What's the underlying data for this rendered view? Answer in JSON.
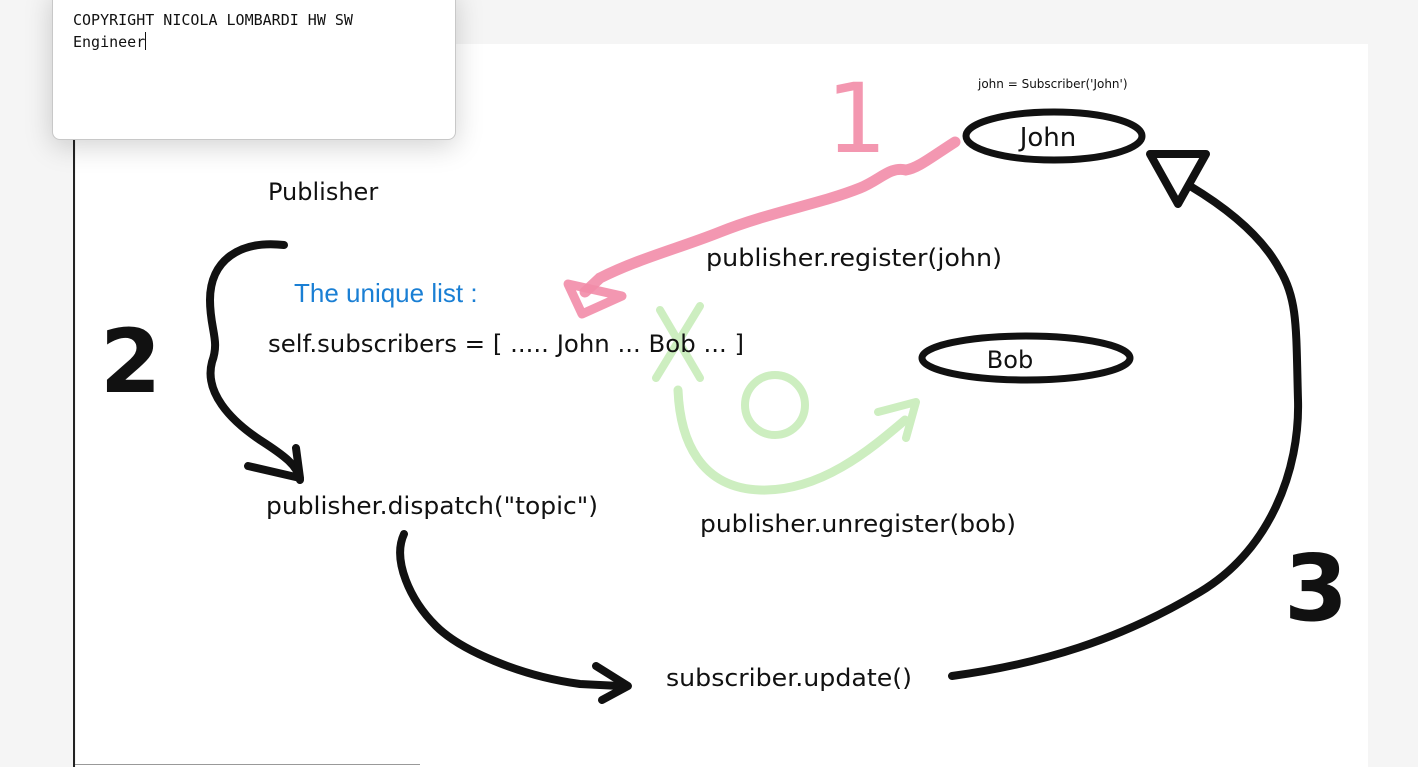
{
  "note": {
    "line1": "COPYRIGHT NICOLA LOMBARDI HW SW",
    "line2": "Engineer"
  },
  "diagram": {
    "caption_small": "john = Subscriber('John')",
    "node_john": "John",
    "node_bob": "Bob",
    "label_publisher": "Publisher",
    "label_unique_list": "The unique list :",
    "label_subscribers": "self.subscribers = [ ..... John ... Bob ... ]",
    "label_register": "publisher.register(john)",
    "label_dispatch": "publisher.dispatch(\"topic\")",
    "label_unregister": "publisher.unregister(bob)",
    "label_update": "subscriber.update()",
    "step1": "1",
    "step2": "2",
    "step3": "3"
  },
  "colors": {
    "ink": "#111111",
    "pink": "#f28ca8",
    "green": "#cdeec0",
    "blue": "#1a7fd4"
  }
}
